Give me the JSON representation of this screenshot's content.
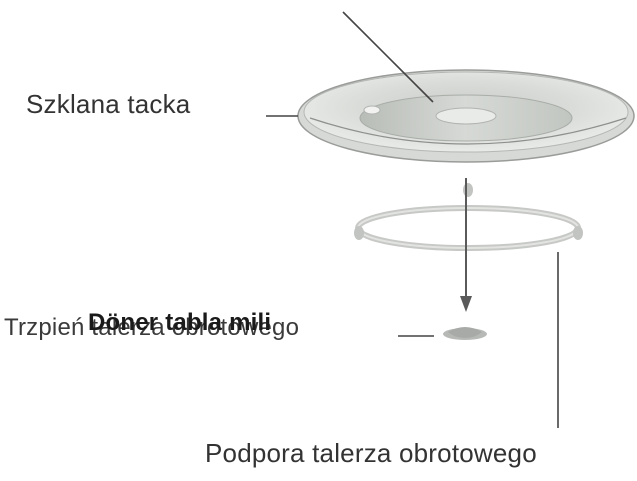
{
  "labels": {
    "glass_tray": "Szklana tacka",
    "spindle": "Trzpień talerza obrotowego",
    "shaft": "Döner tabla mili",
    "support": "Podpora talerza obrotowego"
  },
  "colors": {
    "line": "#444444",
    "tray_fill": "#e2e4e1",
    "tray_inner": "#c9cdc8",
    "ring": "#cfd1cf"
  }
}
